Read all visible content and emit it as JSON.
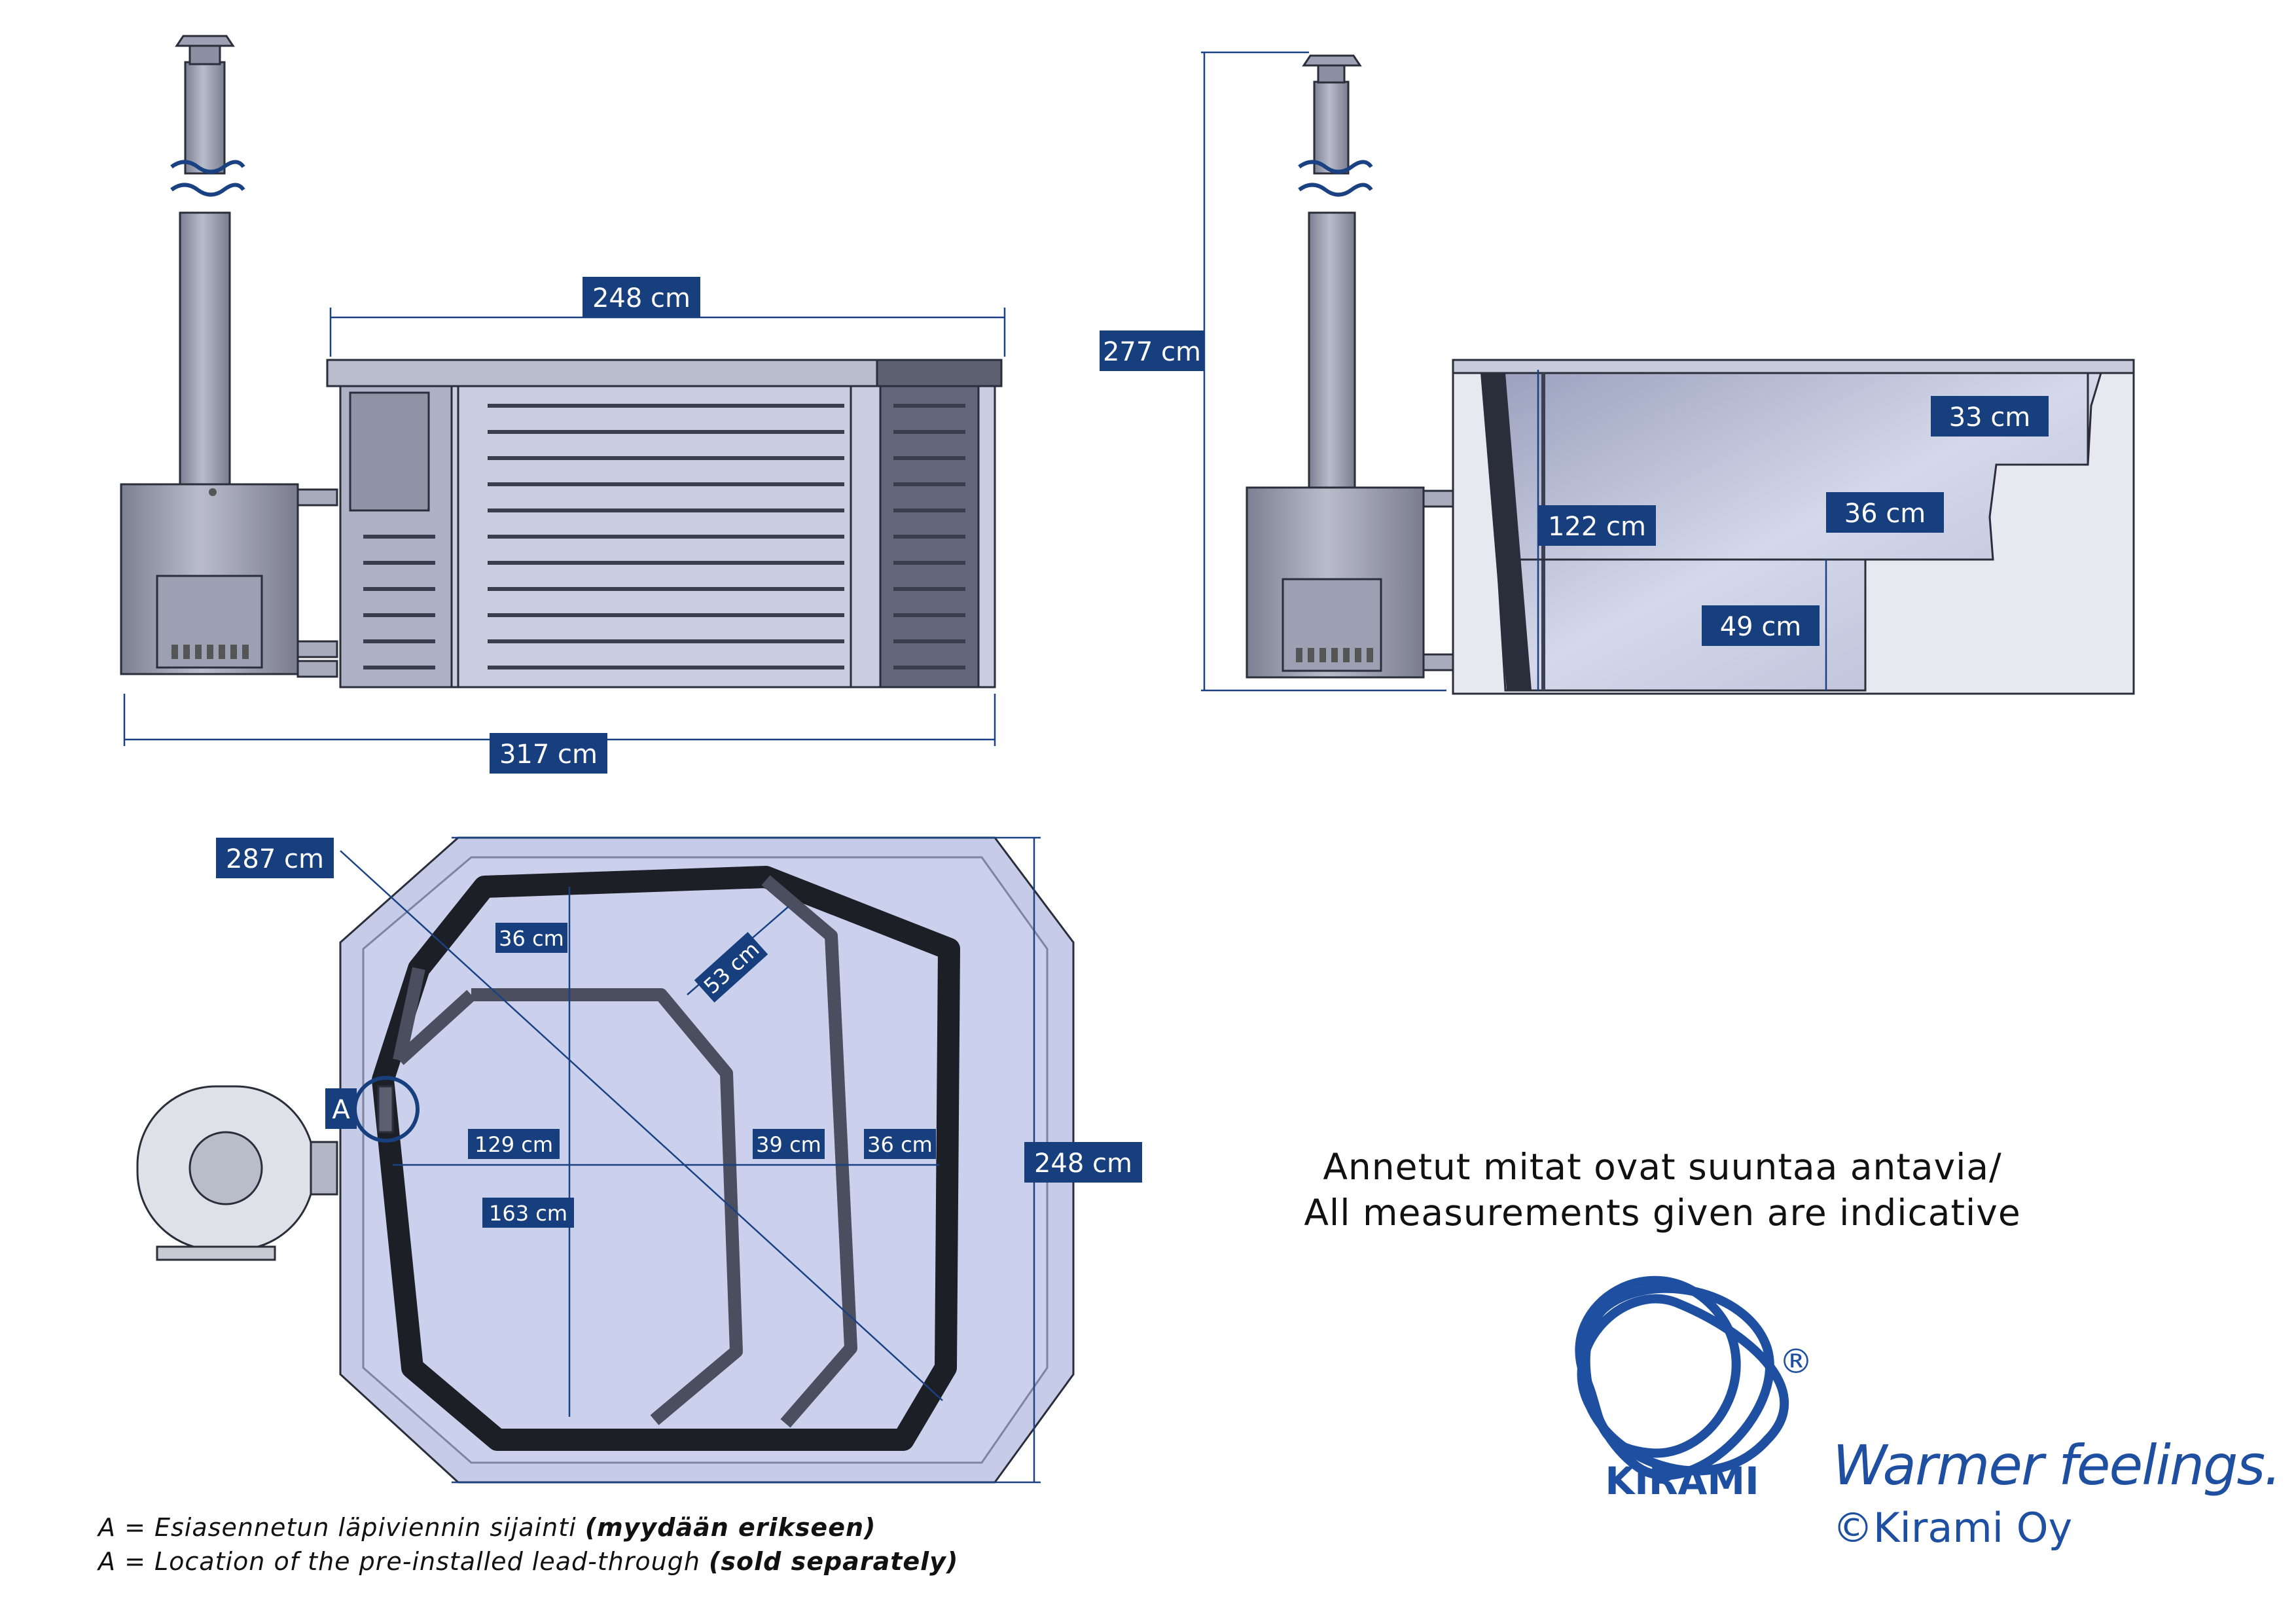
{
  "dimensions": {
    "front_width_top": "248 cm",
    "front_width_total": "317 cm",
    "side_height_total": "277 cm",
    "side_depth": "122 cm",
    "side_step_upper": "33 cm",
    "side_step_middle": "36 cm",
    "side_step_lower": "49 cm",
    "top_diagonal": "287 cm",
    "top_height": "248 cm",
    "top_seat_top": "36 cm",
    "top_seat_corner": "53 cm",
    "top_inner_width": "129 cm",
    "top_inner_height": "163 cm",
    "top_seat_middle": "39 cm",
    "top_seat_right": "36 cm",
    "marker_a": "A"
  },
  "notes": {
    "indicative_fi": "Annetut mitat ovat suuntaa antavia/",
    "indicative_en": "All measurements given are indicative",
    "a_fi_prefix": "A = Esiasennetun läpiviennin sijainti ",
    "a_fi_bold": "(myydään erikseen)",
    "a_en_prefix": "A = Location of the pre-installed lead-through ",
    "a_en_bold": "(sold separately)"
  },
  "brand": {
    "logo_text": "KIRAMI",
    "registered": "®",
    "slogan": "Warmer feelings.",
    "copyright": "©Kirami Oy"
  },
  "colors": {
    "label_blue": "#173f7d",
    "brand_blue": "#1e4fa0",
    "tub_fill": "#c9cfe6",
    "stove_fill": "#a9adc0"
  }
}
